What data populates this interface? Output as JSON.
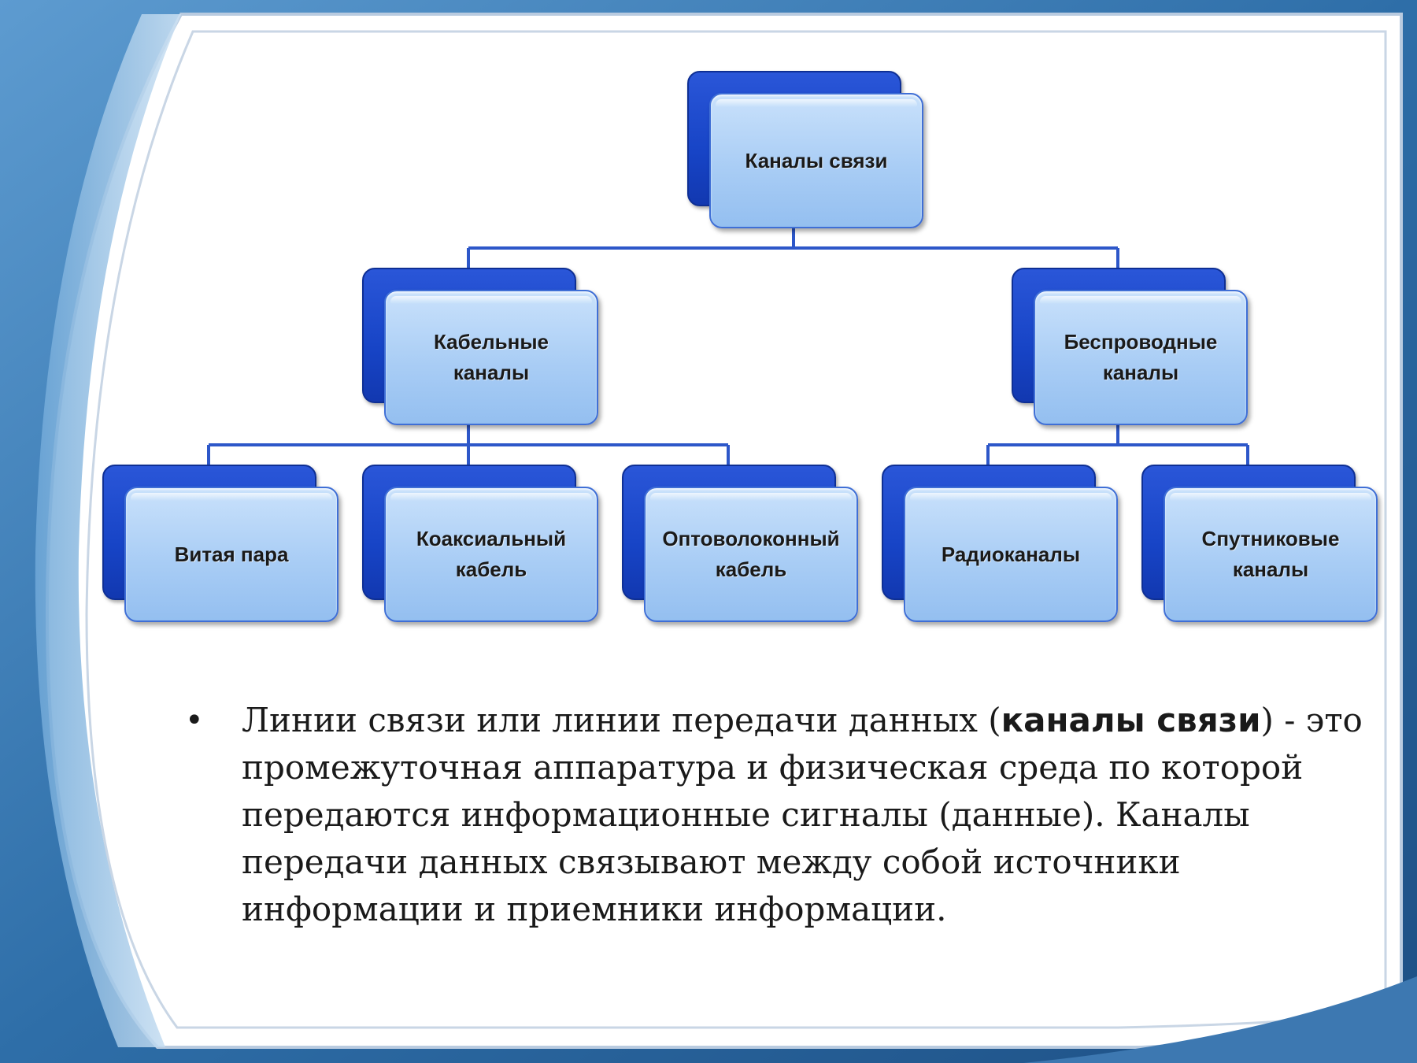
{
  "diagram": {
    "root": "Каналы связи",
    "level1": [
      "Кабельные\nканалы",
      "Беспроводные\nканалы"
    ],
    "level2": [
      "Витая пара",
      "Коаксиальный\nкабель",
      "Оптоволоконный\nкабель",
      "Радиоканалы",
      "Спутниковые\nканалы"
    ]
  },
  "paragraph": {
    "before": "Линии связи или линии передачи данных (",
    "emphasis": "каналы связи",
    "after": ") - это промежуточная аппаратура и физическая среда по которой передаются информационные сигналы (данные). Каналы передачи данных связывают между собой источники информации и приемники информации."
  },
  "colors": {
    "node_back": "#1744c6",
    "node_front": "#a9cdf5",
    "connector": "#2d57c9",
    "frame_blue": "#3f7fb9"
  }
}
